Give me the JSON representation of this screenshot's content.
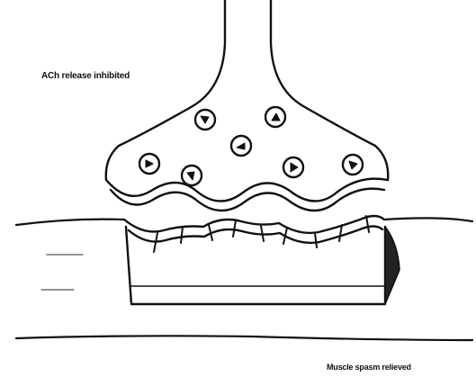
{
  "labels": {
    "top": "ACh release inhibited",
    "bottom": "Muscle spasm relieved"
  },
  "colors": {
    "ink": "#111111",
    "paper": "#ffffff",
    "shade": "#222222"
  },
  "vesicle_count": 7
}
